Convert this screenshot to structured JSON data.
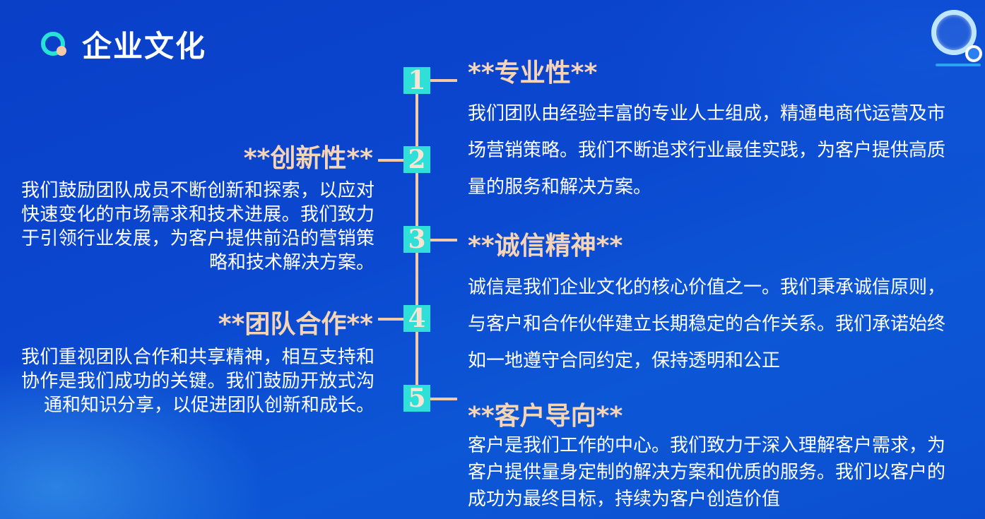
{
  "title": "企业文化",
  "items": [
    {
      "number": "1",
      "heading": "**专业性**",
      "text": "我们团队由经验丰富的专业人士组成，精通电商代运营及市场营销策略。我们不断追求行业最佳实践，为客户提供高质量的服务和解决方案。"
    },
    {
      "number": "2",
      "heading": "**创新性**",
      "text": "我们鼓励团队成员不断创新和探索，以应对快速变化的市场需求和技术进展。我们致力于引领行业发展，为客户提供前沿的营销策略和技术解决方案。"
    },
    {
      "number": "3",
      "heading": "**诚信精神**",
      "text": "诚信是我们企业文化的核心价值之一。我们秉承诚信原则，与客户和合作伙伴建立长期稳定的合作关系。我们承诺始终如一地遵守合同约定，保持透明和公正"
    },
    {
      "number": "4",
      "heading": "**团队合作**",
      "text": "我们重视团队合作和共享精神，相互支持和协作是我们成功的关键。我们鼓励开放式沟通和知识分享，以促进团队创新和成长。"
    },
    {
      "number": "5",
      "heading": "**客户导向**",
      "text": "客户是我们工作的中心。我们致力于深入理解客户需求，为客户提供量身定制的解决方案和优质的服务。我们以客户的成功为最终目标，持续为客户创造价值"
    }
  ],
  "colors": {
    "accent_teal": "#2fe0d8",
    "accent_peach": "#f4caa8",
    "heading_text": "#f6d4b6",
    "background": "#0b47cf"
  },
  "icons": {
    "title_icon": "magnifier-dot-icon",
    "corner_logo": "search-ring-logo"
  }
}
